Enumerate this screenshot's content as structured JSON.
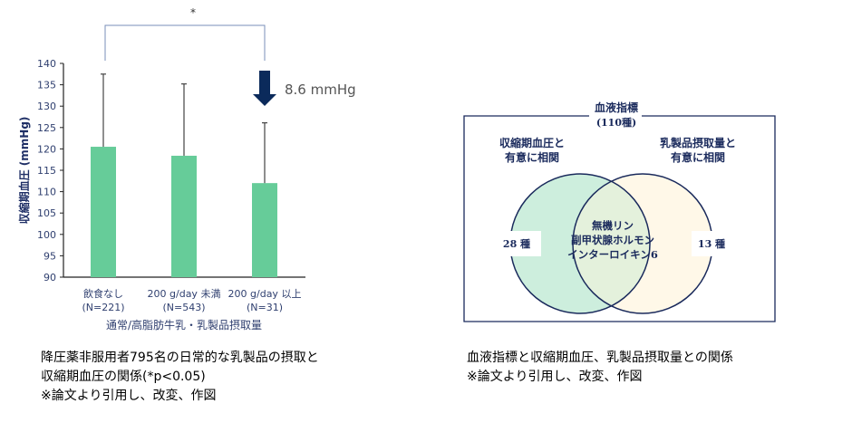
{
  "chart_data": [
    {
      "type": "bar",
      "categories": [
        "飲食なし",
        "200 g/day 未満",
        "200 g/day 以上"
      ],
      "category_n": [
        "(N=221)",
        "(N=543)",
        "(N=31)"
      ],
      "values": [
        120.5,
        118.4,
        112.0
      ],
      "error_upper": [
        137.5,
        135.2,
        126.1
      ],
      "ylabel": "収縮期血圧 (mmHg)",
      "xlabel": "通常/高脂肪牛乳・乳製品摂取量",
      "ylim": [
        90,
        140
      ],
      "yticks": [
        90,
        95,
        100,
        105,
        110,
        115,
        120,
        125,
        130,
        135,
        140
      ],
      "significance": "*",
      "annotation": "8.6 mmHg",
      "bar_color": "#66cc99",
      "arrow_color": "#0b2a5b",
      "axis_text_color": "#2f3f6f"
    },
    {
      "type": "venn",
      "frame_title": "血液指標",
      "frame_subtitle": "(110種)",
      "left_label": [
        "収縮期血圧と",
        "有意に相関"
      ],
      "right_label": [
        "乳製品摂取量と",
        "有意に相関"
      ],
      "left_count": "28 種",
      "right_count": "13 種",
      "overlap_text": [
        "無機リン",
        "副甲状腺ホルモン",
        "インターロイキン6"
      ],
      "left_color": "#cdeedd",
      "right_color": "#fff8e8",
      "overlap_color": "#e4f1dc",
      "line_color": "#1a2a5c"
    }
  ],
  "captions": {
    "left": [
      "降圧薬非服用者795名の日常的な乳製品の摂取と",
      "収縮期血圧の関係(*p<0.05)",
      "※論文より引用し、改変、作図"
    ],
    "right": [
      "血液指標と収縮期血圧、乳製品摂取量との関係",
      "※論文より引用し、改変、作図"
    ]
  }
}
